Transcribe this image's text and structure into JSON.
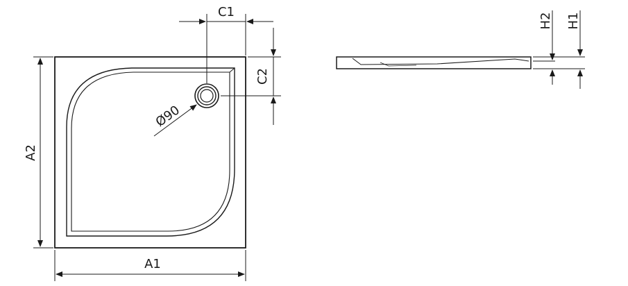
{
  "dimensions": {
    "width": "A1",
    "depth": "A2",
    "drain_offset_x": "C1",
    "drain_offset_y": "C2",
    "drain_diameter": "Ø90",
    "total_height": "H1",
    "rim_height": "H2"
  },
  "colors": {
    "line": "#1a1a1a",
    "background": "#ffffff"
  }
}
